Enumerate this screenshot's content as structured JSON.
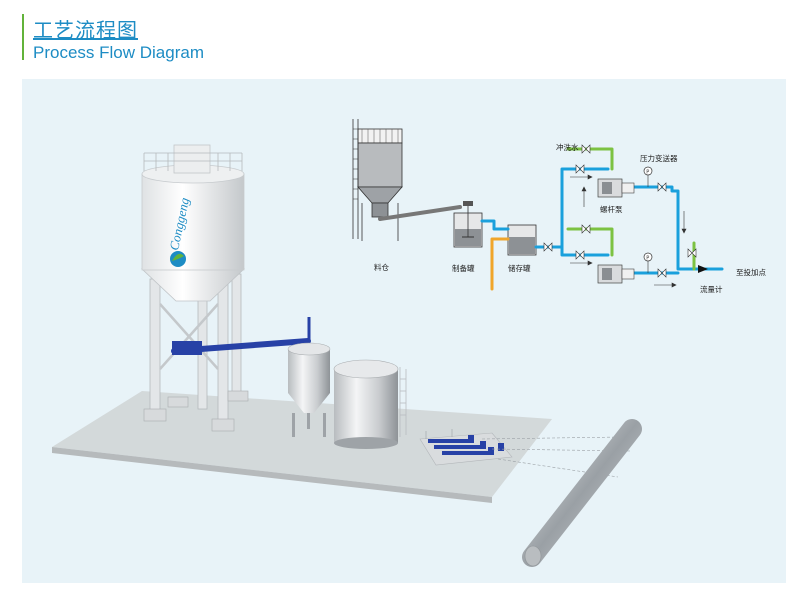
{
  "header": {
    "title_zh": "工艺流程图",
    "title_en": "Process Flow Diagram"
  },
  "silo": {
    "brand": "Conggeng"
  },
  "schematic": {
    "labels": {
      "silo": "料仓",
      "prep_tank": "制备罐",
      "storage_tank": "储存罐",
      "flush_water": "冲洗水",
      "screw_pump": "螺杆泵",
      "pressure_transmitter": "压力变送器",
      "to_dosing_point": "至投加点",
      "flowmeter": "流量计"
    }
  },
  "colors": {
    "accent_green": "#62b33a",
    "title_blue": "#1d8cc4",
    "pipe_blue": "#1aa0dc",
    "pipe_green": "#7cc242",
    "pipe_orange": "#f0a52a",
    "panel_bg": "#e8f3f8"
  }
}
